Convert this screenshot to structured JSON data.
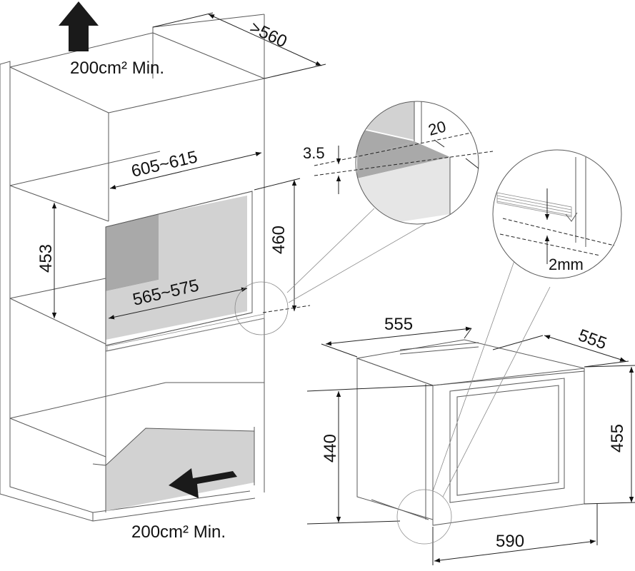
{
  "labels": {
    "vent_top": "200cm² Min.",
    "vent_bottom": "200cm² Min.",
    "cabinet_depth": ">560",
    "cabinet_width": "605~615",
    "niche_width": "565~575",
    "niche_height": "453",
    "opening_height": "460",
    "detail_gap": "3.5",
    "detail_depth": "20",
    "detail_clearance": "2mm",
    "oven_width": "555",
    "oven_depth": "555",
    "oven_height_front": "440",
    "oven_height_total": "455",
    "oven_front_width": "590"
  },
  "colors": {
    "line": "#5a5a5a",
    "fill_grey": "#d2d2d2",
    "fill_dark_grey": "#a9a9a9",
    "fill_light_grey": "#e6e6e6",
    "arrow": "#1a1a1a"
  }
}
